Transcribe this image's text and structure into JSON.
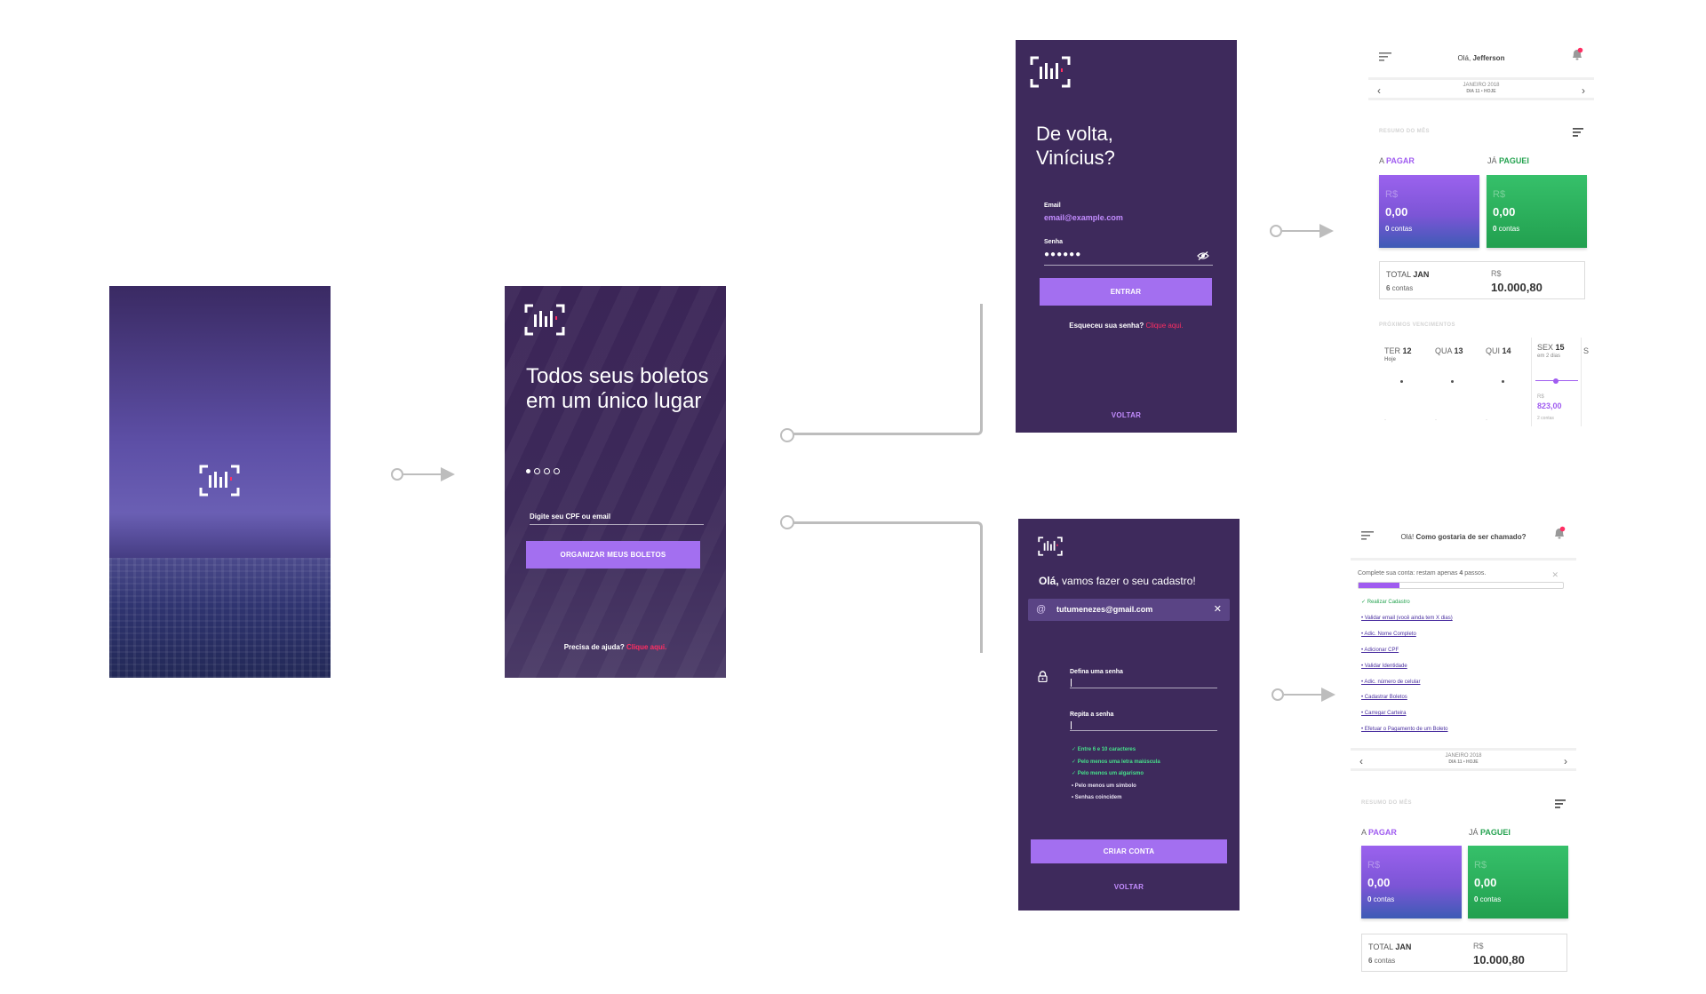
{
  "colors": {
    "brand_purple": "#3e2a5c",
    "accent": "#a36ff0",
    "pink": "#ff2e63",
    "green": "#25a350"
  },
  "onboarding": {
    "headline": "Todos seus boletos em um único lugar",
    "input_placeholder": "Digite seu CPF ou email",
    "button": "ORGANIZAR MEUS BOLETOS",
    "help_prefix": "Precisa de ajuda?",
    "help_link": "Clique aqui."
  },
  "login": {
    "title_line1": "De volta,",
    "title_line2": "Vinícius?",
    "email_label": "Email",
    "email_value": "email@example.com",
    "password_label": "Senha",
    "password_value": "●●●●●●",
    "button": "ENTRAR",
    "forgot_prefix": "Esqueceu sua senha?",
    "forgot_link": "Clique aqui.",
    "back": "VOLTAR"
  },
  "signup": {
    "greeting_bold": "Olá,",
    "greeting_rest": " vamos fazer o seu cadastro!",
    "email_icon": "@",
    "email_value": "tutumenezes@gmail.com",
    "password_label": "Defina uma senha",
    "repeat_label": "Repita a senha",
    "rules": [
      {
        "text": "✓ Entre 6 e 10 caracteres",
        "ok": true
      },
      {
        "text": "✓ Pelo menos uma letra maiúscula",
        "ok": true
      },
      {
        "text": "✓ Pelo menos um algarismo",
        "ok": true
      },
      {
        "text": "• Pelo menos um símbolo",
        "ok": false
      },
      {
        "text": "• Senhas coincidem",
        "ok": false
      }
    ],
    "button": "CRIAR CONTA",
    "back": "VOLTAR"
  },
  "dashboard": {
    "hello_prefix": "Olá,",
    "user": "Jefferson",
    "month": "JANEIRO 2018",
    "day": "DIA 11 • HOJE",
    "summary_title": "RESUMO DO MÊS",
    "pay_prefix": "A ",
    "pay_label": "PAGAR",
    "paid_prefix": "JÁ ",
    "paid_label": "PAGUEI",
    "currency": "R$",
    "pay_amount": "0,00",
    "pay_count_num": "0",
    "pay_count_word": " contas",
    "paid_amount": "0,00",
    "paid_count_num": "0",
    "paid_count_word": " contas",
    "total_prefix": "TOTAL ",
    "total_month": "JAN",
    "total_count_num": "6",
    "total_count_word": " contas",
    "total_value": "10.000,80",
    "upcoming_title": "PRÓXIMOS VENCIMENTOS",
    "days": [
      {
        "wd": "TER",
        "num": "12",
        "sub": "Hoje"
      },
      {
        "wd": "QUA",
        "num": "13",
        "sub": ""
      },
      {
        "wd": "QUI",
        "num": "14",
        "sub": ""
      },
      {
        "wd": "SEX",
        "num": "15",
        "sub": "em 2 dias",
        "amount": "823,00",
        "count": "2 contas"
      }
    ],
    "next_day_partial": "S"
  },
  "dashboard2": {
    "hello_prefix": "Olá!",
    "hello_question": "Como gostaria de ser chamado?",
    "steps_prefix": "Complete sua conta: restam apenas ",
    "steps_count": "4",
    "steps_suffix": " passos.",
    "progress_fraction": 0.2,
    "steps": [
      {
        "text": "✓ Realizar Cadastro",
        "done": true
      },
      {
        "text": "• Validar email (você ainda tem X dias)",
        "done": false
      },
      {
        "text": "• Adic. Nome Completo",
        "done": false
      },
      {
        "text": "• Adicionar CPF",
        "done": false
      },
      {
        "text": "• Validar Identidade",
        "done": false
      },
      {
        "text": "• Adic. número de celular",
        "done": false
      },
      {
        "text": "• Cadastrar Boletos",
        "done": false
      },
      {
        "text": "• Carregar Carteira",
        "done": false
      },
      {
        "text": "• Efetuar o Pagamento de um Boleto",
        "done": false
      }
    ],
    "month": "JANEIRO 2018",
    "day": "DIA 11 • HOJE",
    "summary_title": "RESUMO DO MÊS",
    "pay_prefix": "A ",
    "pay_label": "PAGAR",
    "paid_prefix": "JÁ ",
    "paid_label": "PAGUEI",
    "currency": "R$",
    "pay_amount": "0,00",
    "pay_count_num": "0",
    "pay_count_word": " contas",
    "paid_amount": "0,00",
    "paid_count_num": "0",
    "paid_count_word": " contas",
    "total_prefix": "TOTAL ",
    "total_month": "JAN",
    "total_count_num": "6",
    "total_count_word": " contas",
    "total_value": "10.000,80"
  }
}
